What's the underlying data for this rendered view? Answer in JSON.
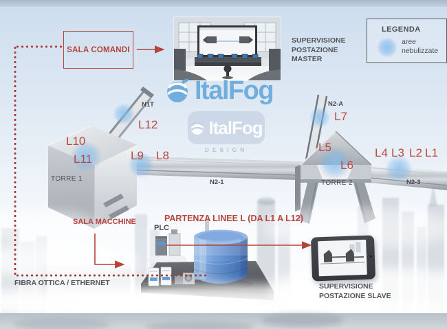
{
  "command_room": {
    "label": "SALA COMANDI"
  },
  "legend": {
    "title": "LEGENDA",
    "item": "aree nebulizzate"
  },
  "supervision": {
    "master": "SUPERVISIONE POSTAZIONE MASTER",
    "slave": "SUPERVISIONE POSTAZIONE SLAVE"
  },
  "machine_room": {
    "label": "SALA MACCHINE",
    "partenza": "PARTENZA LINEE L (DA L1 A L12)",
    "plc": "PLC"
  },
  "network": {
    "label": "FIBRA OTTICA / ETHERNET"
  },
  "towers": {
    "torre1": "TORRE 1",
    "torre2": "TORRE 2"
  },
  "nodes": {
    "n1t": "N1T",
    "n2a": "N2-A",
    "n21": "N2-1",
    "n23": "N2-3"
  },
  "lines": {
    "L1": "L1",
    "L2": "L2",
    "L3": "L3",
    "L4": "L4",
    "L5": "L5",
    "L6": "L6",
    "L7": "L7",
    "L8": "L8",
    "L9": "L9",
    "L10": "L10",
    "L11": "L11",
    "L12": "L12"
  },
  "logo": {
    "name": "ItalFog",
    "sub": "DESIGN"
  },
  "icons": {
    "nebulized_area": "blue-glow-circle",
    "arrow": "red-arrow",
    "logo_drop": "water-drop-sphere"
  },
  "colors": {
    "accent_red": "#b8423c",
    "label_red": "#bf453f",
    "text_dark": "#4c4d51",
    "glow_blue": "#78b4e8",
    "logo_blue": "#58a2d9",
    "tank_blue": "#5585c8"
  }
}
